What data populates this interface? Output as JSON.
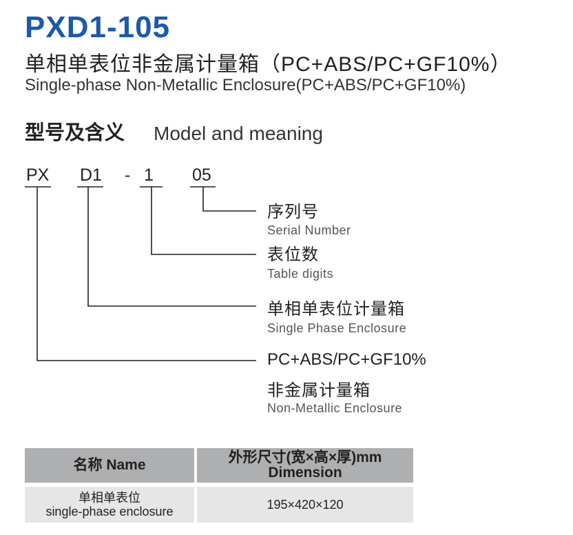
{
  "header": {
    "model": "PXD1-105",
    "title_cn": "单相单表位非金属计量箱（PC+ABS/PC+GF10%）",
    "title_en": "Single-phase Non-Metallic Enclosure(PC+ABS/PC+GF10%)"
  },
  "section": {
    "title_cn": "型号及含义",
    "title_en": "Model and meaning"
  },
  "code": {
    "parts": [
      "PX",
      "D1",
      "-",
      "1",
      "05"
    ]
  },
  "meanings": [
    {
      "cn": "序列号",
      "en": "Serial Number"
    },
    {
      "cn": "表位数",
      "en": "Table digits"
    },
    {
      "cn": "单相单表位计量箱",
      "en": "Single Phase Enclosure"
    },
    {
      "cn": "PC+ABS/PC+GF10%",
      "en": ""
    },
    {
      "cn": "非金属计量箱",
      "en": "Non-Metallic Enclosure"
    }
  ],
  "table": {
    "headers": [
      {
        "line1": "名称 Name",
        "line2": ""
      },
      {
        "line1": "外形尺寸(宽×高×厚)mm",
        "line2": "Dimension"
      }
    ],
    "rows": [
      {
        "name_cn": "单相单表位",
        "name_en": "single-phase enclosure",
        "dimension": "195×420×120"
      }
    ]
  }
}
